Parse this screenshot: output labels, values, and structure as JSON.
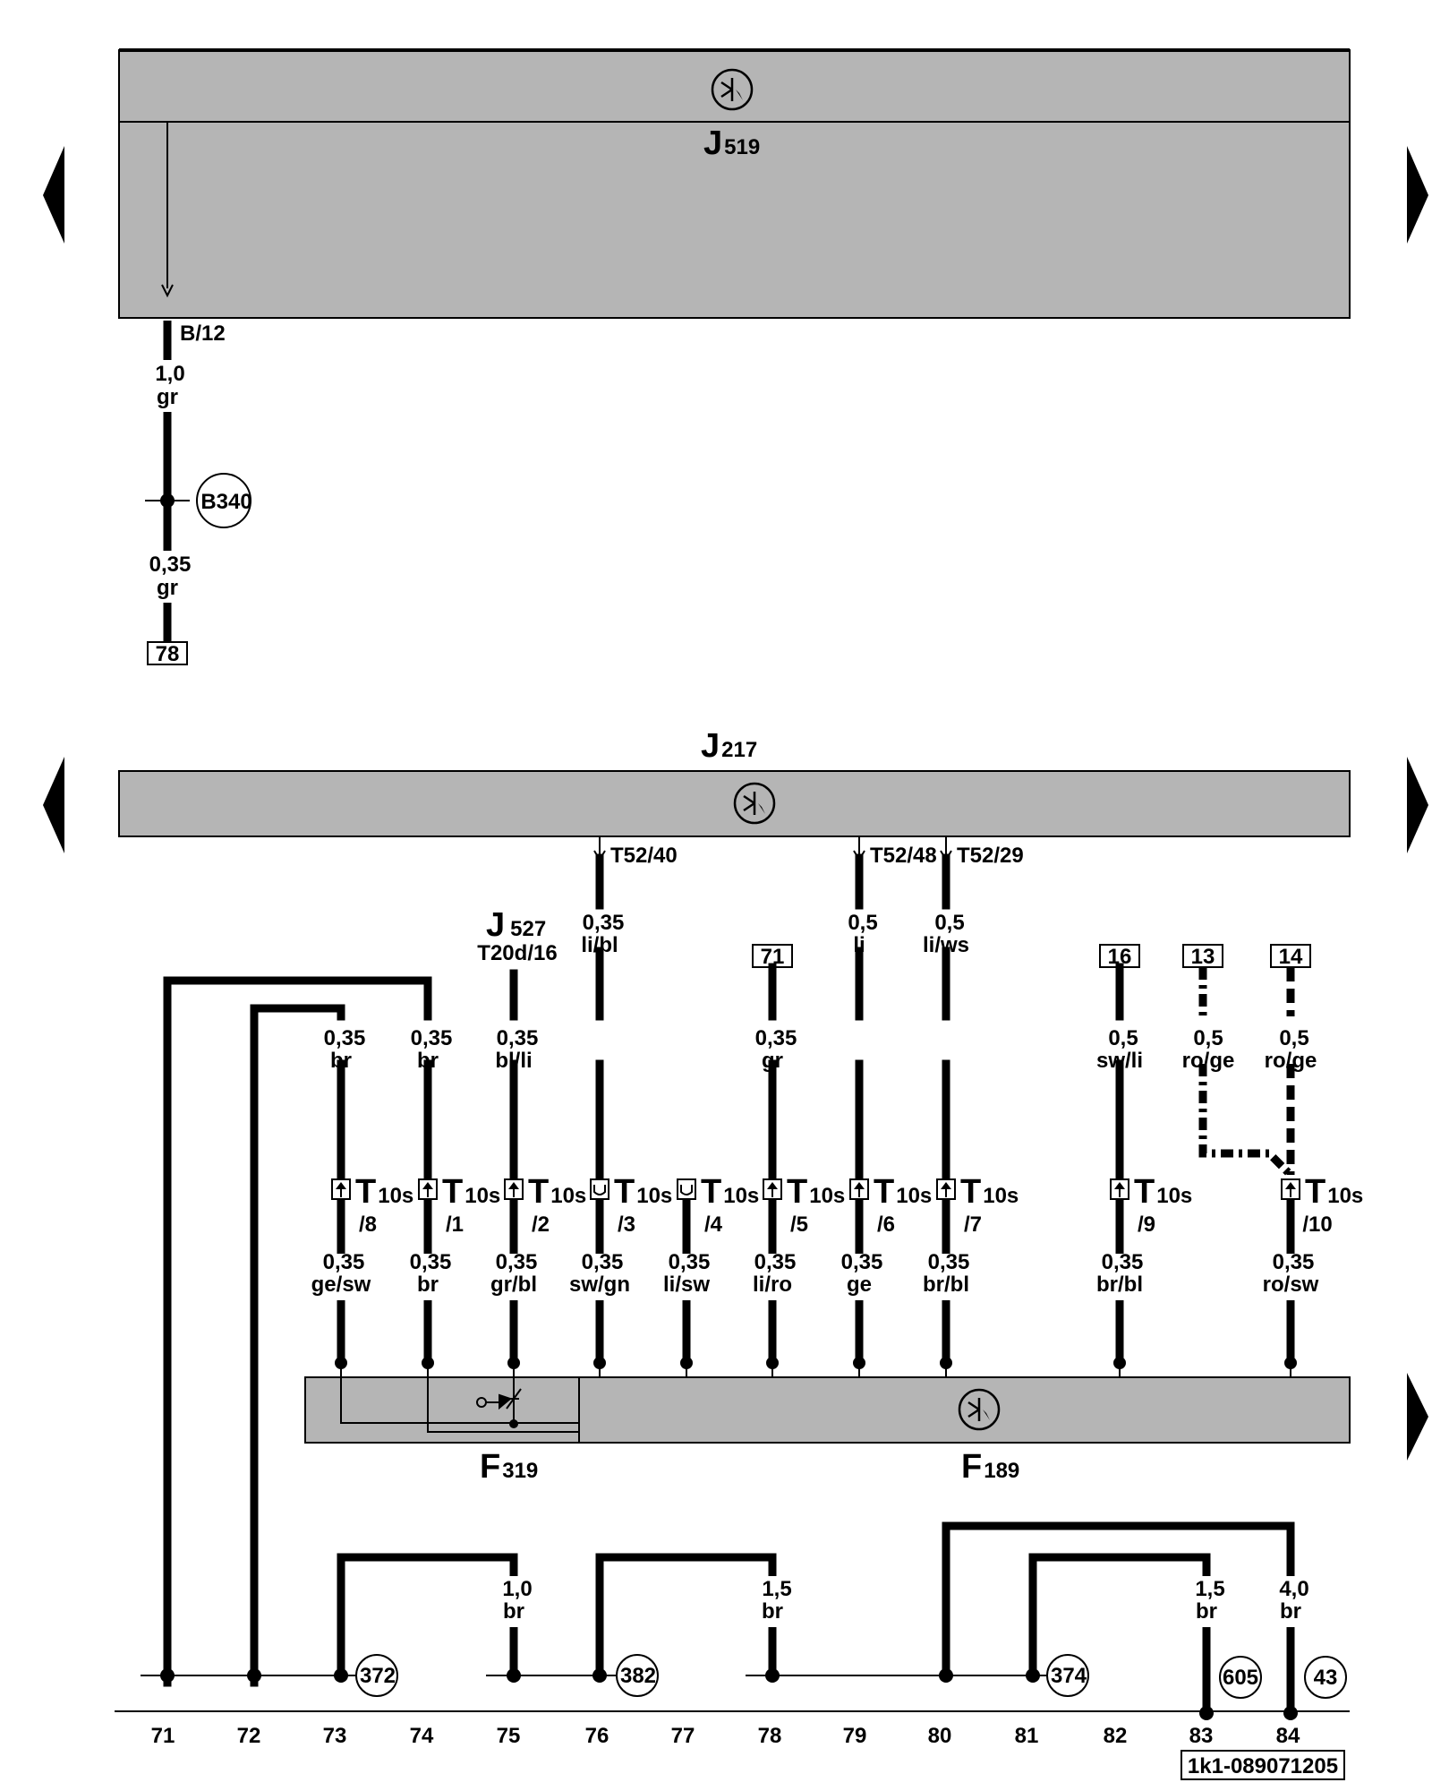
{
  "components": {
    "J519": {
      "letter": "J",
      "num": "519"
    },
    "J217": {
      "letter": "J",
      "num": "217"
    },
    "J527": {
      "letter": "J",
      "num": "527"
    },
    "F319": {
      "letter": "F",
      "num": "319"
    },
    "F189": {
      "letter": "F",
      "num": "189"
    }
  },
  "top": {
    "pin": "B/12",
    "w1": {
      "size": "1,0",
      "color": "gr"
    },
    "splice": "B340",
    "w2": {
      "size": "0,35",
      "color": "gr"
    },
    "ref": "78"
  },
  "pins": {
    "t52_40": "T52/40",
    "t52_48": "T52/48",
    "t52_29": "T52/29",
    "t20d_16": "T20d/16"
  },
  "refs": {
    "r71": "71",
    "r16": "16",
    "r13": "13",
    "r14": "14"
  },
  "connector": {
    "name": "T",
    "sub": "10s"
  },
  "columns": [
    {
      "pin": "/8",
      "upper": {
        "size": "0,35",
        "color": "br"
      },
      "lower": {
        "size": "0,35",
        "color": "ge/sw"
      }
    },
    {
      "pin": "/1",
      "upper": {
        "size": "0,35",
        "color": "br"
      },
      "lower": {
        "size": "0,35",
        "color": "br"
      }
    },
    {
      "pin": "/2",
      "upper": {
        "size": "0,35",
        "color": "bl/li"
      },
      "lower": {
        "size": "0,35",
        "color": "gr/bl"
      }
    },
    {
      "pin": "/3",
      "upper": {
        "size": "0,35",
        "color": "li/bl"
      },
      "lower": {
        "size": "0,35",
        "color": "sw/gn"
      }
    },
    {
      "pin": "/4",
      "upper": null,
      "lower": {
        "size": "0,35",
        "color": "li/sw"
      }
    },
    {
      "pin": "/5",
      "upper": {
        "size": "0,35",
        "color": "gr"
      },
      "lower": {
        "size": "0,35",
        "color": "li/ro"
      }
    },
    {
      "pin": "/6",
      "upper": {
        "size": "0,5",
        "color": "li"
      },
      "lower": {
        "size": "0,35",
        "color": "ge"
      }
    },
    {
      "pin": "/7",
      "upper": {
        "size": "0,5",
        "color": "li/ws"
      },
      "lower": {
        "size": "0,35",
        "color": "br/bl"
      }
    },
    {
      "pin": "/9",
      "upper": {
        "size": "0,5",
        "color": "sw/li"
      },
      "lower": {
        "size": "0,35",
        "color": "br/bl"
      }
    },
    {
      "pin": "/10",
      "upper": {
        "size": "0,5",
        "color": "ro/ge"
      },
      "lower": {
        "size": "0,35",
        "color": "ro/sw"
      }
    }
  ],
  "r13_wire": {
    "size": "0,5",
    "color": "ro/ge"
  },
  "ground_wires": {
    "w75": {
      "size": "1,0",
      "color": "br"
    },
    "w78": {
      "size": "1,5",
      "color": "br"
    },
    "w83": {
      "size": "1,5",
      "color": "br"
    },
    "w84": {
      "size": "4,0",
      "color": "br"
    }
  },
  "ground_points": [
    "372",
    "382",
    "374",
    "605",
    "43"
  ],
  "axis": [
    "71",
    "72",
    "73",
    "74",
    "75",
    "76",
    "77",
    "78",
    "79",
    "80",
    "81",
    "82",
    "83",
    "84"
  ],
  "doc_id": "1k1-089071205"
}
